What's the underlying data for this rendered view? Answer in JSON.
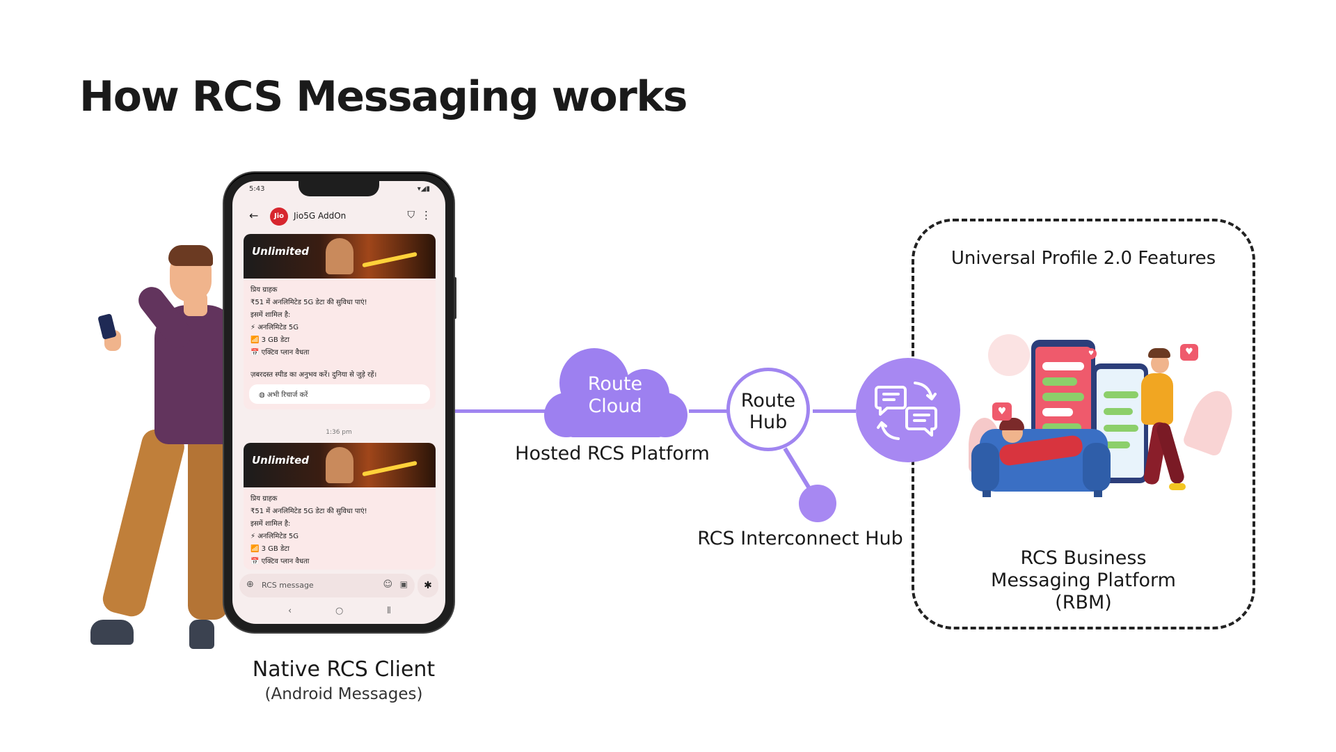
{
  "title": "How RCS Messaging works",
  "phone": {
    "status_time": "5:43",
    "status_icons": "▾◢▮",
    "sender_logo": "Jio",
    "sender_name": "Jio5G AddOn",
    "back_glyph": "←",
    "shield_glyph": "⛉",
    "menu_glyph": "⋮",
    "banner_text": "Unlimited",
    "message_lines": [
      "प्रिय ग्राहक",
      "₹51 में अनलिमिटेड 5G डेटा की सुविधा पाएं!",
      "इसमें शामिल है:",
      "⚡ अनलिमिटेड 5G",
      "📶 3 GB डेटा",
      "📅 एक्टिव प्लान वैधता",
      "",
      "ज़बरदस्त स्पीड का अनुभव करें। दुनिया से जुड़े रहें।"
    ],
    "chip_label": "अभी रिचार्ज करें",
    "timestamp": "1:36 pm",
    "message_lines_2": [
      "प्रिय ग्राहक",
      "₹51 में अनलिमिटेड 5G डेटा की सुविधा पाएं!",
      "इसमें शामिल है:",
      "⚡ अनलिमिटेड 5G",
      "📶 3 GB डेटा",
      "📅 एक्टिव प्लान वैधता"
    ],
    "composer_placeholder": "RCS message",
    "nav_back": "‹",
    "nav_home": "○",
    "nav_recent": "⦀"
  },
  "client": {
    "label": "Native RCS Client",
    "sublabel": "(Android Messages)"
  },
  "cloud": {
    "text_line1": "Route",
    "text_line2": "Cloud",
    "label": "Hosted RCS Platform"
  },
  "hub": {
    "text_line1": "Route",
    "text_line2": "Hub"
  },
  "interconnect": {
    "label": "RCS Interconnect Hub"
  },
  "rbm": {
    "box_title": "Universal  Profile 2.0 Features",
    "label_line1": "RCS Business",
    "label_line2": "Messaging Platform",
    "label_line3": "(RBM)"
  },
  "colors": {
    "accent": "#a085f0",
    "cloud": "#9d80f0",
    "circle_fill": "#a788f2"
  }
}
